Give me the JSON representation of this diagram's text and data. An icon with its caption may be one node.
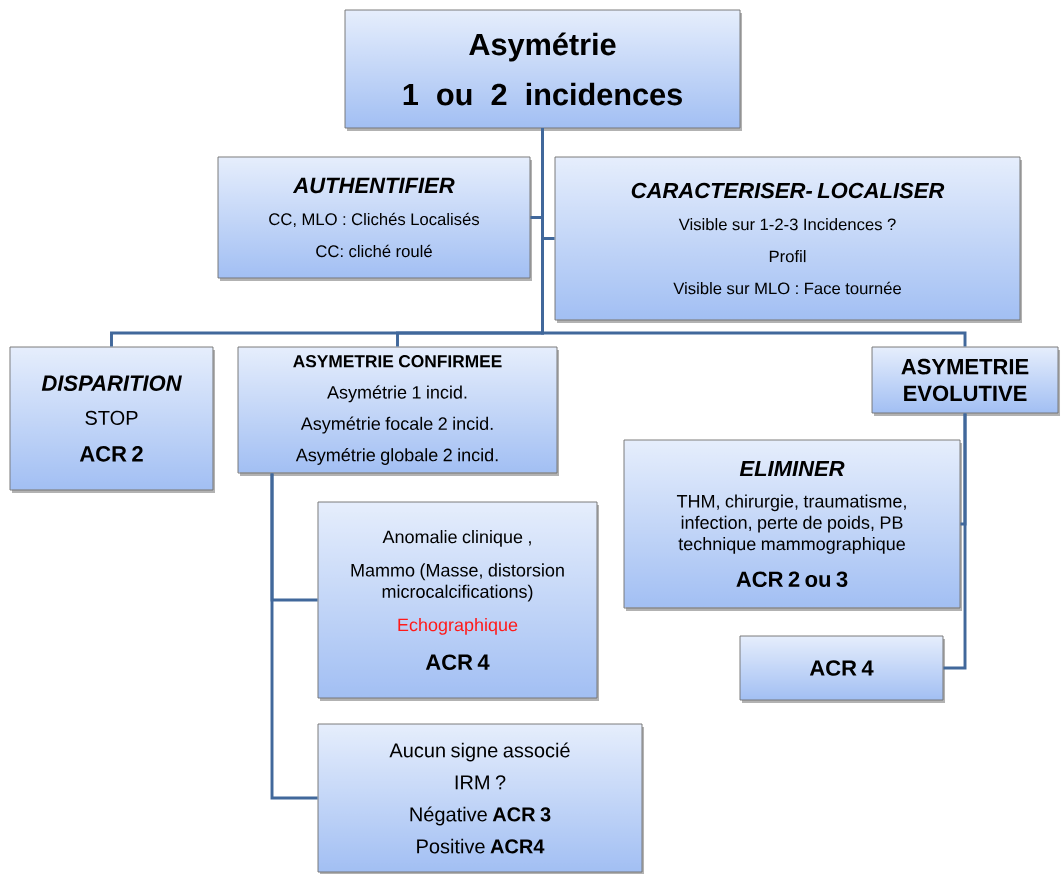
{
  "diagram": {
    "nodes": [
      {
        "text": [
          "Asymétrie",
          "1 ou 2 incidences"
        ]
      },
      {
        "text": [
          "AUTHENTIFIER",
          "CC, MLO : Clichés Localisés",
          "CC: cliché roulé"
        ]
      },
      {
        "text": [
          "CARACTERISER- LOCALISER",
          "Visible sur 1-2-3 Incidences ?",
          "Profil",
          "Visible sur MLO : Face tournée"
        ]
      },
      {
        "text": [
          "DISPARITION",
          "STOP",
          "ACR 2"
        ]
      },
      {
        "text": [
          "ASYMETRIE CONFIRMEE",
          "Asymétrie 1 incid.",
          "Asymétrie focale  2 incid.",
          "Asymétrie globale 2 incid."
        ]
      },
      {
        "text": [
          "ASYMETRIE EVOLUTIVE"
        ]
      },
      {
        "text": [
          "ELIMINER",
          "THM, chirurgie, traumatisme, infection, perte de poids, PB technique mammographique",
          "ACR 2  ou 3"
        ]
      },
      {
        "text": [
          "ACR 4"
        ]
      },
      {
        "text": [
          "Anomalie clinique ,",
          "Mammo (Masse, distorsion microcalcifications)",
          "Echographique",
          "ACR 4"
        ]
      },
      {
        "text": [
          "Aucun signe associé",
          "IRM ?",
          "Négative **ACR 3**",
          "Positive **ACR4**"
        ]
      }
    ],
    "edges": [
      {
        "from": 0,
        "to": 1,
        "arrow": "none"
      },
      {
        "from": 0,
        "to": 2,
        "arrow": "none"
      },
      {
        "from": 0,
        "to": 3,
        "arrow": "none"
      },
      {
        "from": 0,
        "to": 4,
        "arrow": "none"
      },
      {
        "from": 0,
        "to": 5,
        "arrow": "none"
      },
      {
        "from": 4,
        "to": 8,
        "arrow": "none"
      },
      {
        "from": 4,
        "to": 9,
        "arrow": "none"
      },
      {
        "from": 5,
        "to": 6,
        "arrow": "none"
      },
      {
        "from": 5,
        "to": 7,
        "arrow": "none"
      }
    ]
  }
}
